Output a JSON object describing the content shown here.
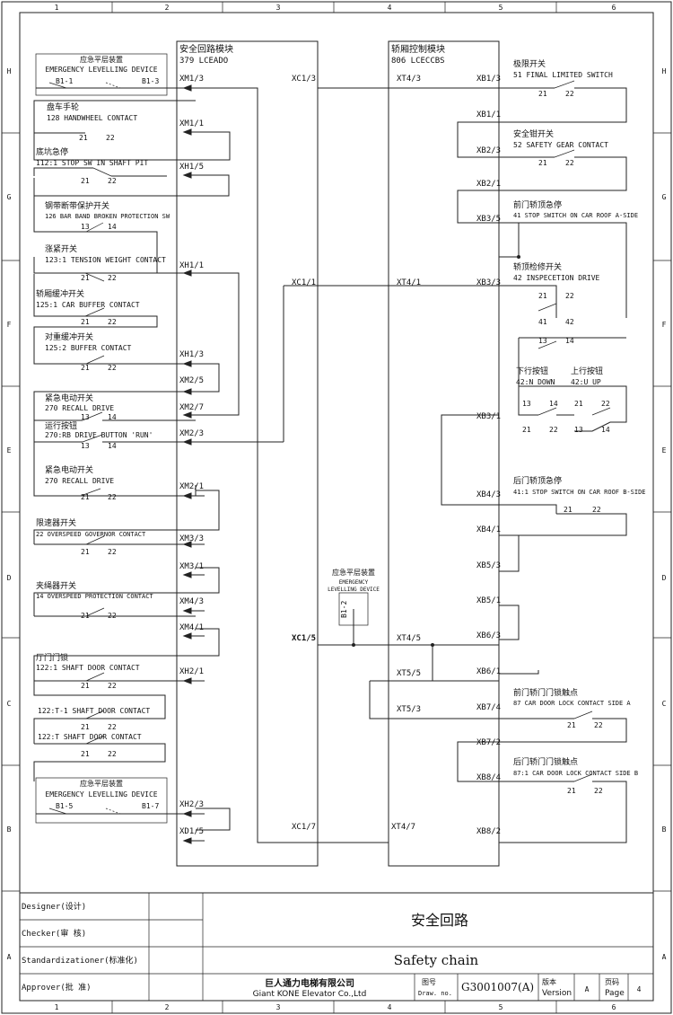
{
  "frame": {
    "columns": [
      "1",
      "2",
      "3",
      "4",
      "5",
      "6"
    ],
    "rows": [
      "H",
      "G",
      "F",
      "E",
      "D",
      "C",
      "B",
      "A"
    ]
  },
  "modules": {
    "safety": {
      "title_cn": "安全回路模块",
      "title_code": "379 LCEADO"
    },
    "car": {
      "title_cn": "轿厢控制模块",
      "title_code": "806 LCECCBS"
    }
  },
  "left_devices": [
    {
      "cn": "应急平层装置",
      "en": "EMERGENCY LEVELLING DEVICE",
      "pin_a": "B1-1",
      "pin_b": "B1-3"
    },
    {
      "cn": "盘车手轮",
      "en": "128 HANDWHEEL CONTACT",
      "pin_a": "21",
      "pin_b": "22"
    },
    {
      "cn": "底坑急停",
      "en": "112:1 STOP SW IN SHAFT PIT",
      "pin_a": "21",
      "pin_b": "22"
    },
    {
      "cn": "钢带断带保护开关",
      "en": "126 BAR BAND BROKEN PROTECTION SW",
      "pin_a": "13",
      "pin_b": "14"
    },
    {
      "cn": "涨紧开关",
      "en": "123:1 TENSION WEIGHT CONTACT",
      "pin_a": "21",
      "pin_b": "22"
    },
    {
      "cn": "轿厢缓冲开关",
      "en": "125:1 CAR BUFFER CONTACT",
      "pin_a": "21",
      "pin_b": "22"
    },
    {
      "cn": "对重缓冲开关",
      "en": "125:2 BUFFER CONTACT",
      "pin_a": "21",
      "pin_b": "22"
    },
    {
      "cn": "紧急电动开关",
      "en": "270 RECALL DRIVE",
      "pin_a": "13",
      "pin_b": "14"
    },
    {
      "cn": "运行按钮",
      "en": "270:RB DRIVE BUTTON 'RUN'",
      "pin_a": "13",
      "pin_b": "14"
    },
    {
      "cn": "紧急电动开关",
      "en": "270 RECALL DRIVE",
      "pin_a": "21",
      "pin_b": "22"
    },
    {
      "cn": "限速器开关",
      "en": "22 OVERSPEED GOVERNOR CONTACT",
      "pin_a": "21",
      "pin_b": "22"
    },
    {
      "cn": "夹绳器开关",
      "en": "14 OVERSPEED PROTECTION CONTACT",
      "pin_a": "21",
      "pin_b": "22"
    },
    {
      "cn": "厅门门锁",
      "en": "122:1 SHAFT DOOR CONTACT",
      "pin_a": "21",
      "pin_b": "22"
    },
    {
      "cn": "",
      "en": "122:T-1 SHAFT DOOR CONTACT",
      "pin_a": "21",
      "pin_b": "22"
    },
    {
      "cn": "",
      "en": "122:T SHAFT DOOR CONTACT",
      "pin_a": "21",
      "pin_b": "22"
    },
    {
      "cn": "应急平层装置",
      "en": "EMERGENCY LEVELLING DEVICE",
      "pin_a": "B1-5",
      "pin_b": "B1-7"
    }
  ],
  "right_devices": [
    {
      "cn": "极限开关",
      "en": "51 FINAL LIMITED SWITCH",
      "pin_a": "21",
      "pin_b": "22"
    },
    {
      "cn": "安全钳开关",
      "en": "52 SAFETY GEAR CONTACT",
      "pin_a": "21",
      "pin_b": "22"
    },
    {
      "cn": "前门轿顶急停",
      "en": "41 STOP SWITCH ON CAR ROOF A-SIDE",
      "pin_a": "",
      "pin_b": ""
    },
    {
      "cn": "轿顶检修开关",
      "en": "42 INSPECETION DRIVE",
      "pin_a": "21",
      "pin_b": "22"
    },
    {
      "cn": "后门轿顶急停",
      "en": "41:1 STOP SWITCH ON CAR ROOF B-SIDE",
      "pin_a": "21",
      "pin_b": "22"
    },
    {
      "cn": "前门轿门门锁触点",
      "en": "87 CAR DOOR LOCK CONTACT SIDE A",
      "pin_a": "21",
      "pin_b": "22"
    },
    {
      "cn": "后门轿门门锁触点",
      "en": "87:1  CAR DOOR LOCK CONTACT SIDE B",
      "pin_a": "21",
      "pin_b": "22"
    }
  ],
  "inspection": {
    "pins": [
      "41",
      "42",
      "13",
      "14"
    ],
    "down_cn": "下行按钮",
    "down_code": "42:N DOWN",
    "up_cn": "上行按钮",
    "up_code": "42:U UP",
    "down_pins": [
      "13",
      "14",
      "21",
      "22"
    ],
    "up_pins": [
      "21",
      "22",
      "13",
      "14"
    ]
  },
  "center_device": {
    "cn": "应急平层装置",
    "en1": "EMERGENCY",
    "en2": "LEVELLING DEVICE",
    "pin": "B1-2"
  },
  "terminals_safety": [
    "XM1/3",
    "XM1/1",
    "XH1/5",
    "XH1/1",
    "XH1/3",
    "XM2/5",
    "XM2/7",
    "XM2/3",
    "XM2/1",
    "XM3/3",
    "XM3/1",
    "XM4/3",
    "XM4/1",
    "XH2/1",
    "XH2/3",
    "XD1/5"
  ],
  "terminals_xc1": [
    "XC1/3",
    "XC1/1",
    "XC1/5",
    "XC1/7"
  ],
  "terminals_xt": [
    "XT4/3",
    "XT4/1",
    "XT4/5",
    "XT5/5",
    "XT5/3",
    "XT4/7"
  ],
  "terminals_xb": [
    "XB1/3",
    "XB1/1",
    "XB2/3",
    "XB2/1",
    "XB3/5",
    "XB3/3",
    "XB3/1",
    "XB4/3",
    "XB4/1",
    "XB5/3",
    "XB5/1",
    "XB6/3",
    "XB6/1",
    "XB7/4",
    "XB7/2",
    "XB8/4",
    "XB8/2"
  ],
  "title_block": {
    "designer": "Designer(设计)",
    "checker": "Checker(审 核)",
    "standard": "Standardizationer(标准化)",
    "approver": "Approver(批  准)",
    "title_cn": "安全回路",
    "title_en": "Safety chain",
    "company_cn": "巨人通力电梯有限公司",
    "company_en": "Giant KONE Elevator Co.,Ltd",
    "drawno_cn": "图号",
    "drawno_en": "Draw. no.",
    "drawno": "G3001007(A)",
    "version_cn": "版本",
    "version_en": "Version",
    "version": "A",
    "page_cn": "页码",
    "page_en": "Page",
    "page": "4"
  }
}
